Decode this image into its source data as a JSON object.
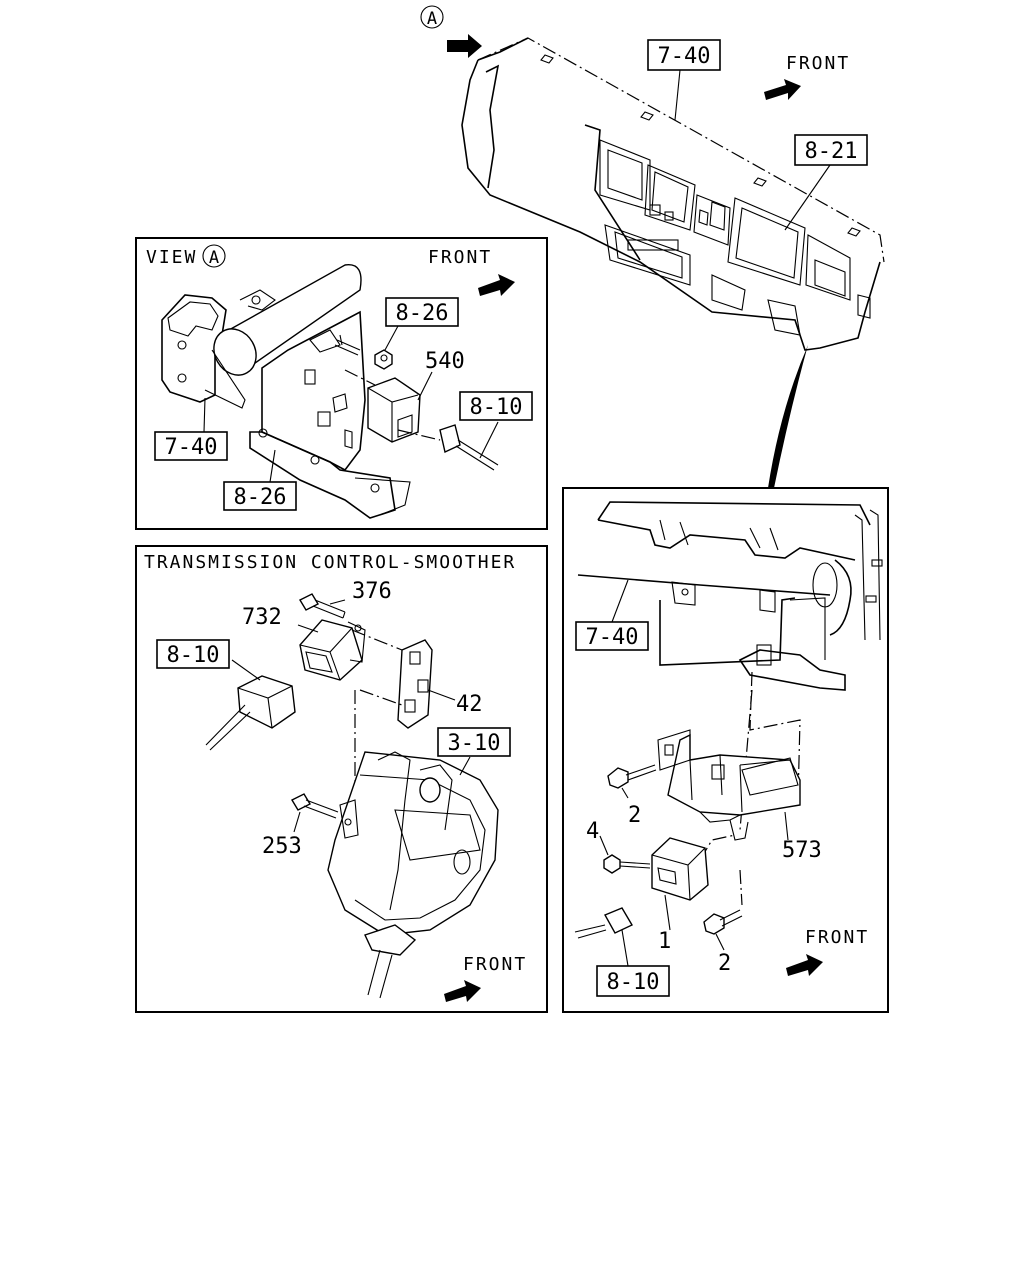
{
  "top": {
    "view_marker": "A",
    "ref_dashboard": "7-40",
    "ref_cluster": "8-21",
    "front": "FRONT"
  },
  "view_a": {
    "title_prefix": "VIEW",
    "title_marker": "A",
    "front": "FRONT",
    "ref_bracket_top": "8-26",
    "part_relay": "540",
    "ref_harness": "8-10",
    "ref_dashboard": "7-40",
    "ref_bracket_bottom": "8-26"
  },
  "trans": {
    "title": "TRANSMISSION CONTROL-SMOOTHER",
    "part_bolt_top": "376",
    "part_module": "732",
    "ref_harness": "8-10",
    "part_bracket": "42",
    "ref_shifter": "3-10",
    "part_bolt_side": "253",
    "front": "FRONT"
  },
  "right": {
    "ref_dashboard": "7-40",
    "part_bolt_upper": "2",
    "part_bracket": "573",
    "part_nut": "4",
    "part_unit": "1",
    "part_bolt_lower": "2",
    "ref_harness": "8-10",
    "front": "FRONT"
  }
}
